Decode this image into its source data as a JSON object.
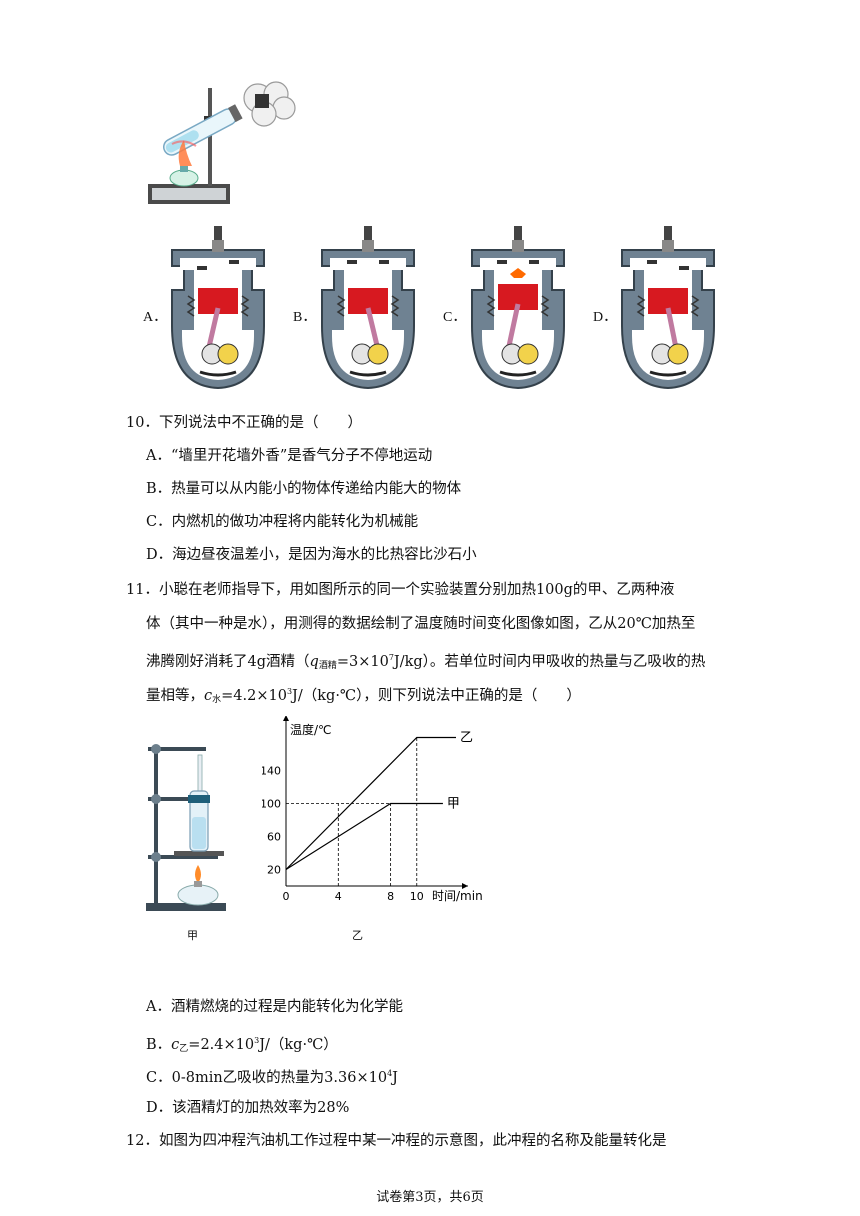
{
  "engine_options": [
    {
      "label": "A．"
    },
    {
      "label": "B．"
    },
    {
      "label": "C．"
    },
    {
      "label": "D．"
    }
  ],
  "q10": {
    "stem": "10．下列说法中不正确的是（　　）",
    "options": [
      "A．“墙里开花墙外香”是香气分子不停地运动",
      "B．热量可以从内能小的物体传递给内能大的物体",
      "C．内燃机的做功冲程将内能转化为机械能",
      "D．海边昼夜温差小，是因为海水的比热容比沙石小"
    ]
  },
  "q11": {
    "line1": "11．小聪在老师指导下，用如图所示的同一个实验装置分别加热100g的甲、乙两种液",
    "line2": "体（其中一种是水），用测得的数据绘制了温度随时间变化图像如图，乙从20℃加热至",
    "line3a": "沸腾刚好消耗了4g酒精（",
    "line3_q": "q",
    "line3_sub": "酒精",
    "line3b": "=3×10",
    "line3_sup": "7",
    "line3c": "J/kg）。若单位时间内甲吸收的热量与乙吸收的热",
    "line4a": "量相等，",
    "line4_c": "c",
    "line4_sub": "水",
    "line4b": "=4.2×10",
    "line4_sup": "3",
    "line4c": "J/（kg·℃），则下列说法中正确的是（　　）",
    "fig_left_caption": "甲",
    "fig_right_caption": "乙",
    "options": {
      "A": "A．酒精燃烧的过程是内能转化为化学能",
      "B_pre": "B．",
      "B_c": "c",
      "B_sub": "乙",
      "B_mid": "=2.4×10",
      "B_sup": "3",
      "B_post": "J/（kg·℃）",
      "C_pre": "C．0-8min乙吸收的热量为3.36×10",
      "C_sup": "4",
      "C_post": "J",
      "D": "D．该酒精灯的加热效率为28%"
    }
  },
  "q12": {
    "stem": "12．如图为四冲程汽油机工作过程中某一冲程的示意图，此冲程的名称及能量转化是"
  },
  "footer": "试卷第3页，共6页",
  "chart_data": {
    "type": "line",
    "xlabel": "时间/min",
    "ylabel": "温度/℃",
    "x_ticks": [
      0,
      4,
      8,
      10
    ],
    "y_ticks": [
      20,
      60,
      100,
      140
    ],
    "series": [
      {
        "name": "乙",
        "x": [
          0,
          10,
          13
        ],
        "y": [
          20,
          180,
          180
        ]
      },
      {
        "name": "甲",
        "x": [
          0,
          8,
          12
        ],
        "y": [
          20,
          100,
          100
        ]
      }
    ],
    "dashed_guides": [
      {
        "from": [
          0,
          100
        ],
        "to": [
          8,
          100
        ]
      },
      {
        "from": [
          4,
          0
        ],
        "to": [
          4,
          100
        ]
      },
      {
        "from": [
          8,
          0
        ],
        "to": [
          8,
          100
        ]
      },
      {
        "from": [
          10,
          0
        ],
        "to": [
          10,
          180
        ]
      }
    ],
    "xlim": [
      0,
      13
    ],
    "ylim": [
      0,
      200
    ]
  }
}
